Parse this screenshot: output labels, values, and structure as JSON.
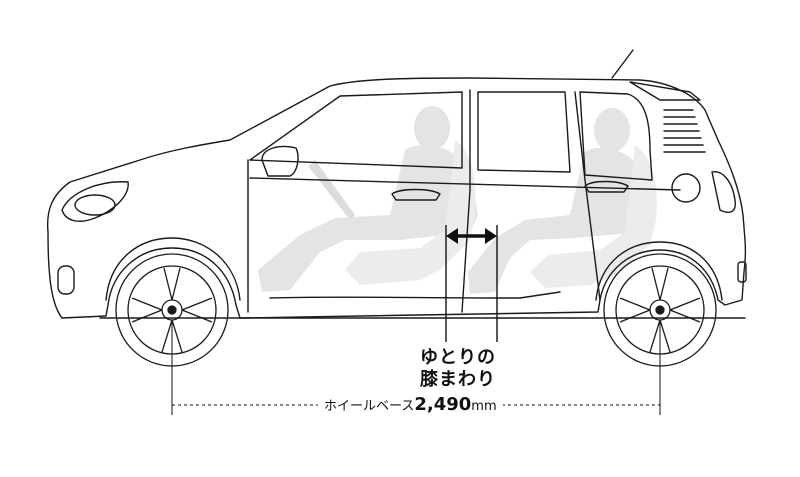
{
  "annotations": {
    "knee_room_line1": "ゆとりの",
    "knee_room_line2": "膝まわり",
    "wheelbase_label": "ホイールベース",
    "wheelbase_value": "2,490",
    "wheelbase_unit": "mm"
  },
  "colors": {
    "line": "#1a1a1a",
    "silhouette": "#e6e6e6",
    "background": "#ffffff"
  }
}
